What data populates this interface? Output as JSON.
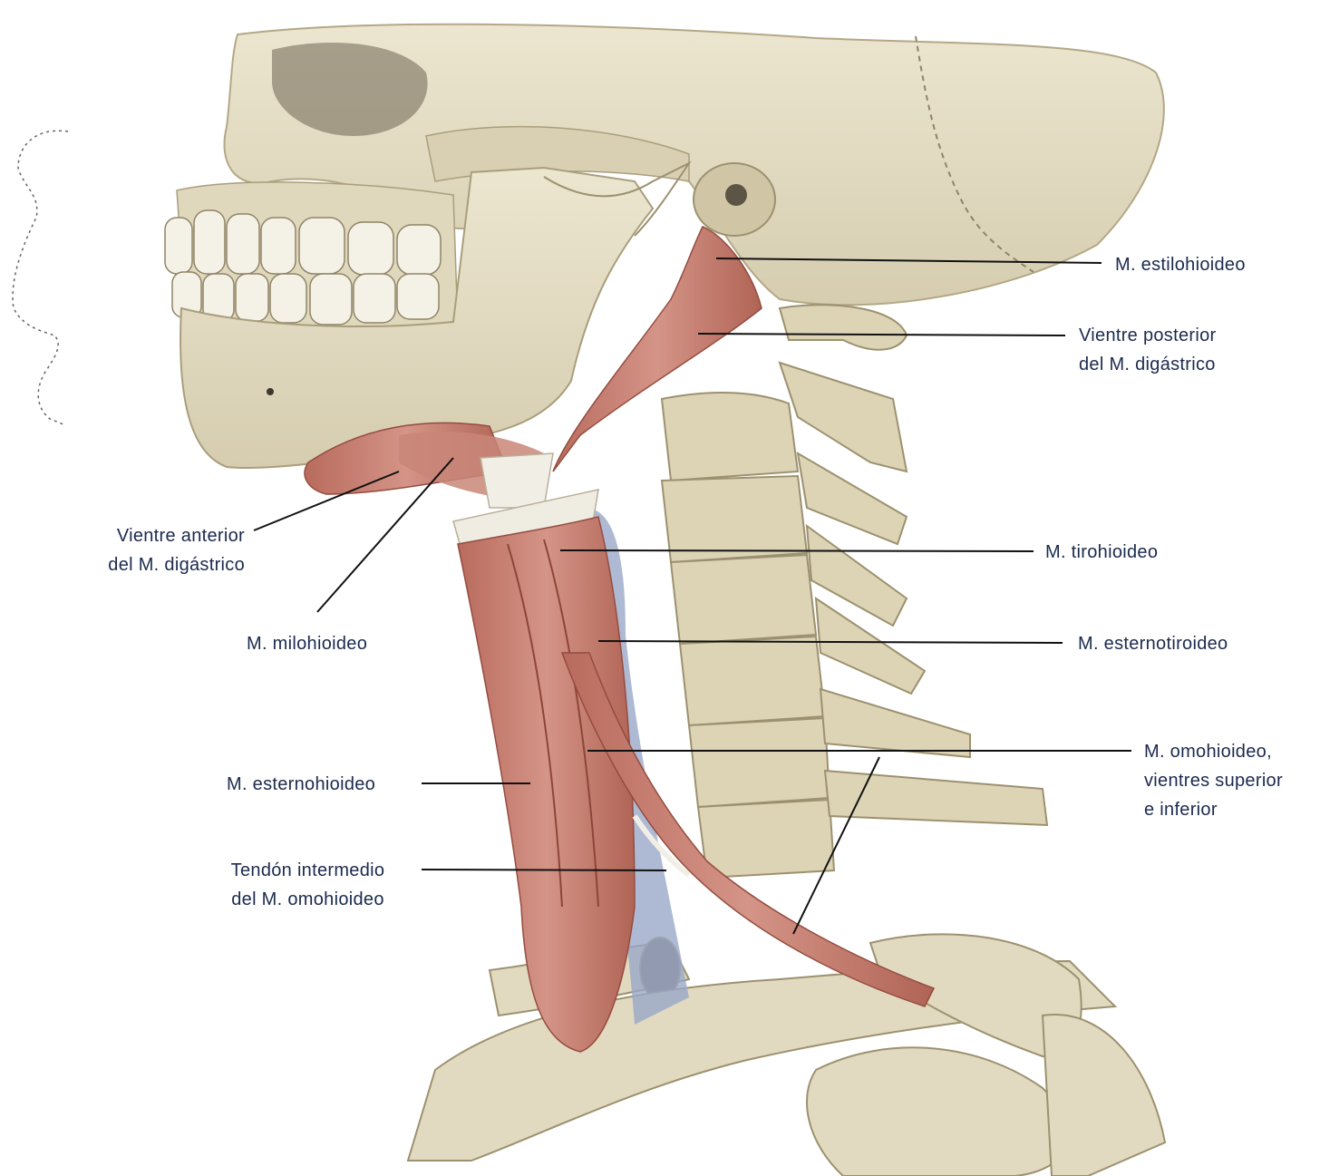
{
  "labels": {
    "estilohioideo": {
      "lines": [
        "M. estilohioideo"
      ]
    },
    "vientre_posterior": {
      "lines": [
        "Vientre posterior",
        "del M. digástrico"
      ]
    },
    "vientre_anterior": {
      "lines": [
        "Vientre anterior",
        "del M. digástrico"
      ]
    },
    "tirohioideo": {
      "lines": [
        "M. tirohioideo"
      ]
    },
    "milohioideo": {
      "lines": [
        "M. milohioideo"
      ]
    },
    "esternotiroideo": {
      "lines": [
        "M. esternotiroideo"
      ]
    },
    "omohioideo": {
      "lines": [
        "M. omohioideo,",
        "vientres superior",
        "e inferior"
      ]
    },
    "esternohioideo": {
      "lines": [
        "M. esternohioideo"
      ]
    },
    "tendon_intermedio": {
      "lines": [
        "Tendón intermedio",
        "del M. omohioideo"
      ]
    }
  },
  "colors": {
    "bone": "#e3dcc4",
    "bone_shadow": "#c4b999",
    "muscle": "#c98678",
    "muscle_dark": "#a95f52",
    "tendon": "#f1eee6",
    "vessel": "#9aa8c8",
    "label_text": "#1b2a4e",
    "leader_line": "#111111"
  }
}
